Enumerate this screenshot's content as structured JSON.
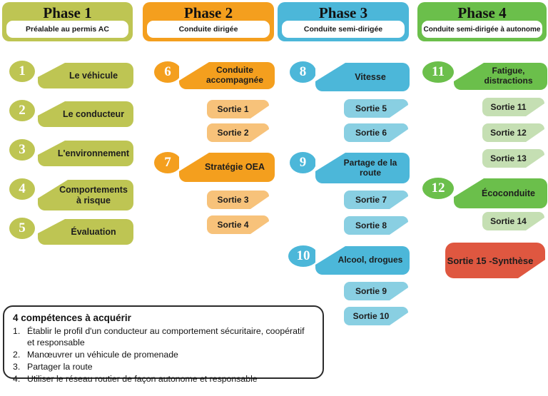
{
  "colors": {
    "phase1": "#bec553",
    "phase2_main": "#f49f1e",
    "phase2_light": "#f7c27a",
    "phase3_main": "#4cb7d9",
    "phase3_light": "#89cfe2",
    "phase4_main": "#6bbf4b",
    "phase4_light": "#c5dfb3",
    "synthese_red": "#df5740"
  },
  "phases": [
    {
      "title": "Phase 1",
      "subtitle": "Préalable au permis AC",
      "items": [
        {
          "num": "1",
          "label": "Le véhicule"
        },
        {
          "num": "2",
          "label": "Le conducteur"
        },
        {
          "num": "3",
          "label": "L'environnement"
        },
        {
          "num": "4",
          "label": "Comportements à risque"
        },
        {
          "num": "5",
          "label": "Évaluation"
        }
      ]
    },
    {
      "title": "Phase 2",
      "subtitle": "Conduite dirigée",
      "items": [
        {
          "num": "6",
          "label": "Conduite accompagnée"
        },
        {
          "label": "Sortie 1"
        },
        {
          "label": "Sortie 2"
        },
        {
          "num": "7",
          "label": "Stratégie OEA"
        },
        {
          "label": "Sortie 3"
        },
        {
          "label": "Sortie 4"
        }
      ]
    },
    {
      "title": "Phase 3",
      "subtitle": "Conduite semi-dirigée",
      "items": [
        {
          "num": "8",
          "label": "Vitesse"
        },
        {
          "label": "Sortie 5"
        },
        {
          "label": "Sortie 6"
        },
        {
          "num": "9",
          "label": "Partage de la route"
        },
        {
          "label": "Sortie 7"
        },
        {
          "label": "Sortie 8"
        },
        {
          "num": "10",
          "label": "Alcool, drogues"
        },
        {
          "label": "Sortie 9"
        },
        {
          "label": "Sortie 10"
        }
      ]
    },
    {
      "title": "Phase 4",
      "subtitle": "Conduite semi-dirigée à autonome",
      "items": [
        {
          "num": "11",
          "label": "Fatigue, distractions"
        },
        {
          "label": "Sortie 11"
        },
        {
          "label": "Sortie 12"
        },
        {
          "label": "Sortie 13"
        },
        {
          "num": "12",
          "label": "Écoconduite"
        },
        {
          "label": "Sortie 14"
        },
        {
          "label": "Sortie 15 -Synthèse"
        }
      ]
    }
  ],
  "competences": {
    "title": "4 compétences à acquérir",
    "items": [
      {
        "num": "1.",
        "text": "Établir le profil d'un conducteur au comportement sécuritaire, coopératif et responsable"
      },
      {
        "num": "2.",
        "text": "Manœuvrer un véhicule de promenade"
      },
      {
        "num": "3.",
        "text": "Partager la route"
      },
      {
        "num": "4.",
        "text": "Utiliser le réseau routier de façon autonome et responsable"
      }
    ]
  }
}
